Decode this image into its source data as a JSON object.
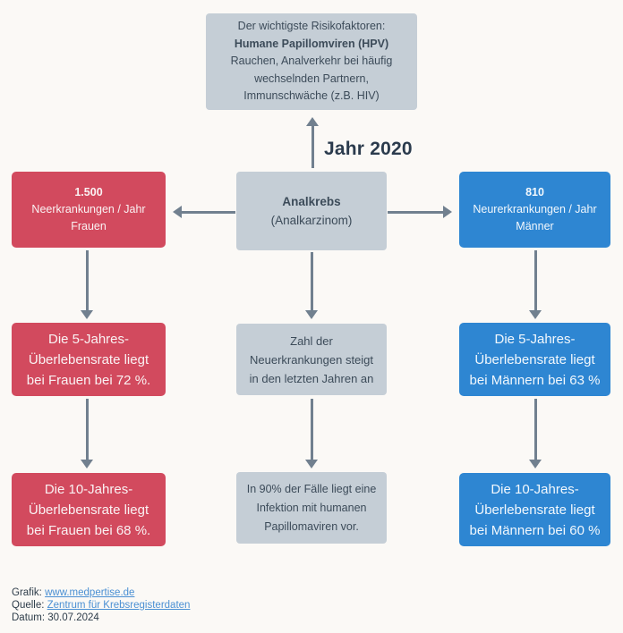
{
  "colors": {
    "accent_red": "#d24a5e",
    "accent_blue": "#2e86d2",
    "box_gray": "#c5ced6",
    "arrow_gray": "#71808f",
    "heading_dark": "#2b3b4d",
    "link_blue": "#4a8fd3",
    "background": "#fbf9f6"
  },
  "risk_box": {
    "lines": [
      "Der wichtigste Risikofaktoren:",
      "Humane Papillomviren (HPV)",
      "Rauchen, Analverkehr bei häufig",
      "wechselnden Partnern,",
      "Immunschwäche (z.B. HIV)"
    ]
  },
  "year_label": "Jahr 2020",
  "center_box": {
    "title": "Analkrebs",
    "subtitle": "(Analkarzinom)"
  },
  "women": {
    "incidence": {
      "value": "1.500",
      "lines": [
        "Neerkrankungen / Jahr",
        "Frauen"
      ]
    },
    "survival_5y": {
      "lines": [
        "Die 5-Jahres-",
        "Überlebensrate liegt",
        "bei Frauen bei 72 %."
      ]
    },
    "survival_10y": {
      "lines": [
        "Die 10-Jahres-",
        "Überlebensrate liegt",
        "bei Frauen bei 68 %."
      ]
    }
  },
  "men": {
    "incidence": {
      "value": "810",
      "lines": [
        "Neurerkrankungen / Jahr",
        "Männer"
      ]
    },
    "survival_5y": {
      "lines": [
        "Die 5-Jahres-",
        "Überlebensrate liegt",
        "bei Männern bei 63 %"
      ]
    },
    "survival_10y": {
      "lines": [
        "Die 10-Jahres-",
        "Überlebensrate liegt",
        "bei Männern bei 60 %"
      ]
    }
  },
  "trend_box": {
    "lines": [
      "Zahl der",
      "Neuerkrankungen steigt",
      "in den letzten Jahren an"
    ]
  },
  "hpv_box": {
    "lines": [
      "In 90% der Fälle liegt eine",
      "Infektion mit humanen",
      "Papillomaviren vor."
    ]
  },
  "footer": {
    "grafik_label": "Grafik:",
    "grafik_link": "www.medpertise.de",
    "quelle_label": "Quelle:",
    "quelle_link": "Zentrum für Krebsregisterdaten",
    "datum": "Datum: 30.07.2024"
  }
}
